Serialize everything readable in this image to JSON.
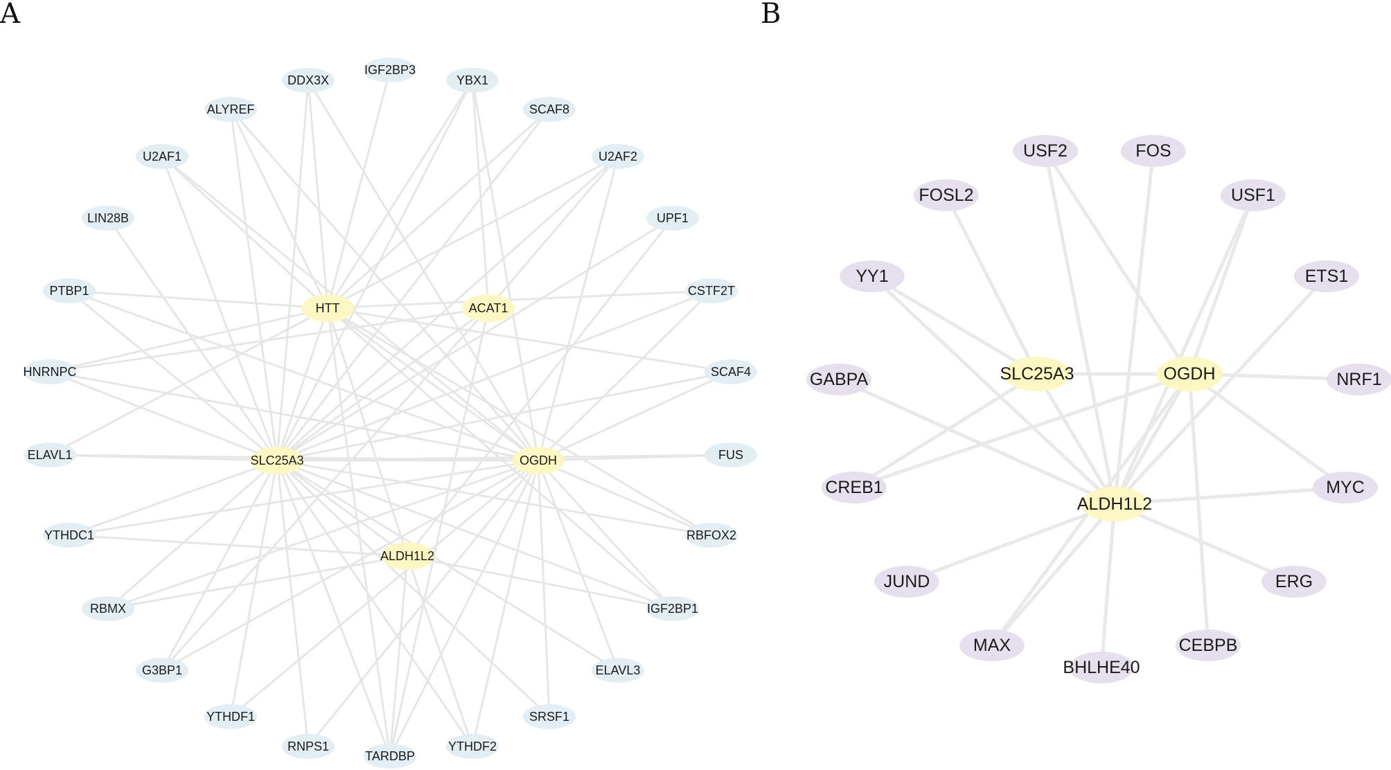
{
  "panels": [
    {
      "label": "A",
      "hub_color": "#fdf7c3",
      "leaf_color": "#e3edf4",
      "hubs": [
        "HTT",
        "ACAT1",
        "SLC25A3",
        "OGDH",
        "ALDH1L2"
      ],
      "leaves": [
        "DDX3X",
        "IGF2BP3",
        "YBX1",
        "ALYREF",
        "SCAF8",
        "U2AF1",
        "U2AF2",
        "LIN28B",
        "UPF1",
        "PTBP1",
        "CSTF2T",
        "HNRNPC",
        "SCAF4",
        "ELAVL1",
        "FUS",
        "YTHDC1",
        "RBFOX2",
        "RBMX",
        "IGF2BP1",
        "G3BP1",
        "ELAVL3",
        "YTHDF1",
        "SRSF1",
        "RNPS1",
        "TARDBP",
        "YTHDF2"
      ]
    },
    {
      "label": "B",
      "hub_color": "#fdf7c3",
      "leaf_color": "#e6e0ee",
      "hubs": [
        "SLC25A3",
        "OGDH",
        "ALDH1L2"
      ],
      "leaves": [
        "USF2",
        "FOS",
        "FOSL2",
        "USF1",
        "YY1",
        "ETS1",
        "GABPA",
        "NRF1",
        "CREB1",
        "MYC",
        "JUND",
        "ERG",
        "MAX",
        "CEBPB",
        "BHLHE40"
      ]
    }
  ]
}
